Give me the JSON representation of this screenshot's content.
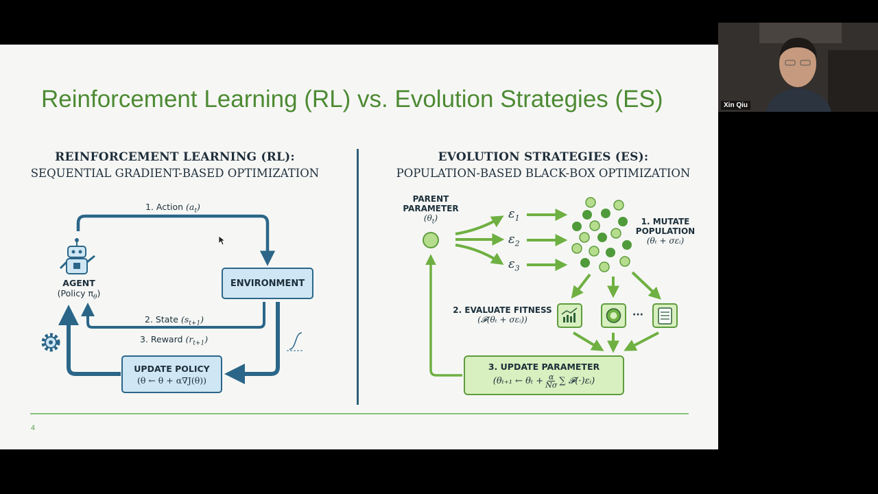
{
  "slide": {
    "title": "Reinforcement Learning (RL) vs. Evolution Strategies (ES)",
    "page_number": "4",
    "rl": {
      "heading": "REINFORCEMENT LEARNING (RL):",
      "subheading": "SEQUENTIAL GRADIENT-BASED OPTIMIZATION",
      "action_label": "1. Action",
      "action_math": "(a",
      "action_sub": "t",
      "agent_label": "AGENT",
      "agent_policy": "(Policy π",
      "agent_policy_sub": "θ",
      "environment_label": "ENVIRONMENT",
      "state_label": "2. State",
      "state_math": "(s",
      "state_sub": "t+1",
      "reward_label": "3. Reward",
      "reward_math": "(r",
      "reward_sub": "t+1",
      "update_title": "UPDATE POLICY",
      "update_formula": "(θ ← θ + α∇J(θ))"
    },
    "es": {
      "heading": "EVOLUTION STRATEGIES (ES):",
      "subheading": "POPULATION-BASED BLACK-BOX OPTIMIZATION",
      "parent_line1": "PARENT",
      "parent_line2": "PARAMETER",
      "parent_math": "(θ",
      "parent_sub": "t",
      "eps1": "ε",
      "eps2": "ε",
      "eps3": "ε",
      "eps1_sub": "1",
      "eps2_sub": "2",
      "eps3_sub": "3",
      "mutate_line1": "1. MUTATE",
      "mutate_line2": "POPULATION",
      "mutate_formula": "(θₜ + σεᵢ)",
      "evaluate_line1": "2. EVALUATE FITNESS",
      "evaluate_formula": "(𝓕(θₜ + σεᵢ))",
      "ellipsis": "···",
      "update_title": "3. UPDATE PARAMETER",
      "update_lhs": "(θₜ₊₁ ← θₜ +",
      "update_frac_num": "α",
      "update_frac_den": "Nσ",
      "update_rhs": "∑ 𝓕(·)εᵢ)"
    }
  },
  "webcam": {
    "participant_name": "Xin Qiu"
  },
  "colors": {
    "title_green": "#4d8a33",
    "rl_blue": "#2b6688",
    "rl_fill": "#cfe6f4",
    "es_green": "#5e9c3d",
    "es_fill": "#d8efbf",
    "dot_dark": "#4f9a3a",
    "dot_light": "#b6dc8d"
  },
  "icons": [
    "robot-icon",
    "gear-icon",
    "reward-curve-icon",
    "chart-icon",
    "badge-icon",
    "checklist-icon"
  ]
}
